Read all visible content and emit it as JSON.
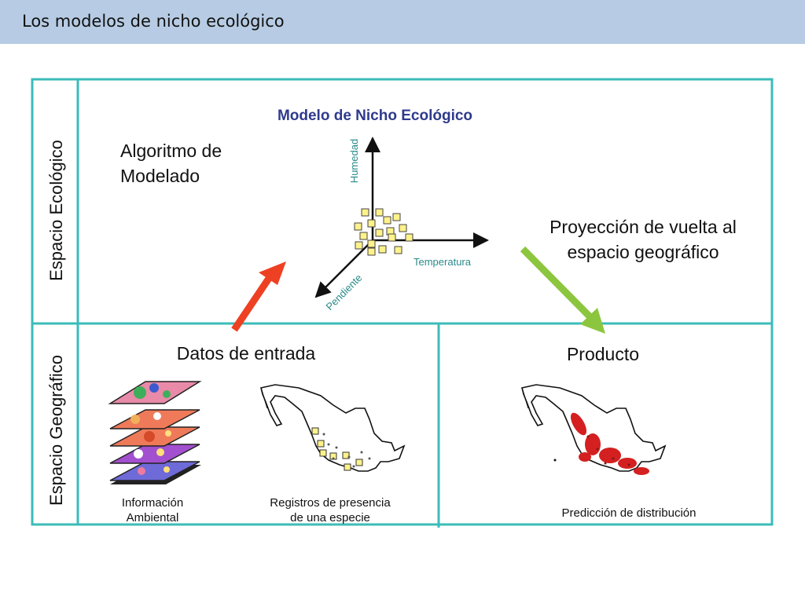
{
  "slide": {
    "title": "Los modelos de nicho ecológico"
  },
  "diagram": {
    "side_labels": {
      "ecological": "Espacio Ecológico",
      "geographic": "Espacio Geográfico"
    },
    "model_title": "Modelo de Nicho Ecológico",
    "algorithm": {
      "line1": "Algoritmo de",
      "line2": "Modelado"
    },
    "axes": {
      "vertical": "Humedad",
      "horizontal": "Temperatura",
      "diagonal": "Pendiente"
    },
    "projection": {
      "line1": "Proyección de vuelta al",
      "line2": "espacio geográfico"
    },
    "input": {
      "title": "Datos de entrada",
      "env_label": {
        "line1": "Información",
        "line2": "Ambiental"
      },
      "records_label": {
        "line1": "Registros de presencia",
        "line2": "de una especie"
      }
    },
    "output": {
      "title": "Producto",
      "prediction_label": "Predicción de distribución"
    },
    "colors": {
      "frame": "#3bbcb8",
      "title_blue": "#2e3a8c",
      "axis_teal": "#2a8a8a",
      "red_arrow": "#ee4023",
      "green_arrow": "#8cc63f",
      "point_fill": "#fff28a",
      "prediction": "#d42020"
    }
  }
}
